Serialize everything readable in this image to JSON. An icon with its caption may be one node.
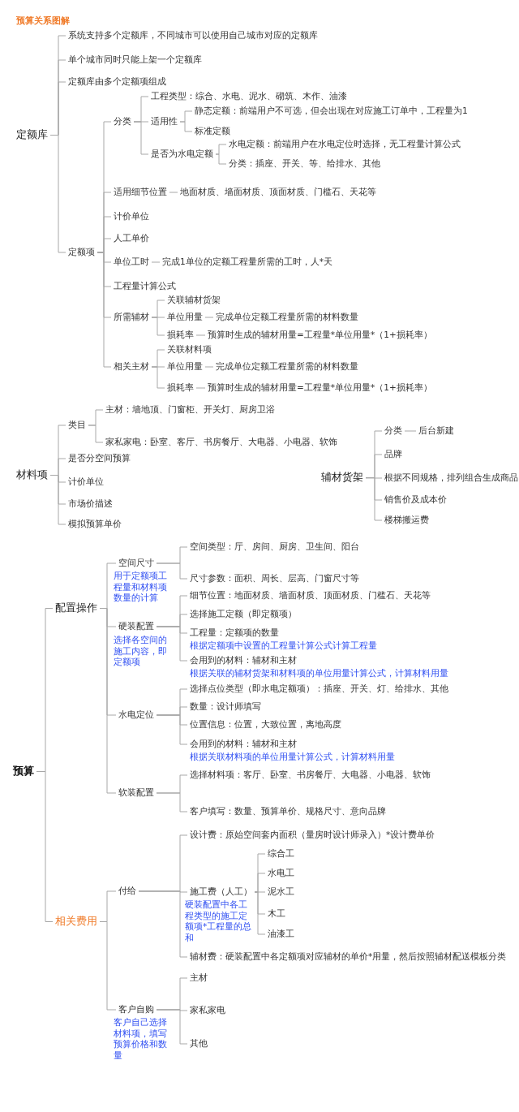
{
  "diagram": {
    "title": "预算关系图解",
    "nodes": [
      {
        "text": [
          "定额库"
        ]
      },
      {
        "text": [
          "系统支持多个定额库，不同城市可以使用自己城市对应的定额库"
        ]
      },
      {
        "text": [
          "单个城市同时只能上架一个定额库"
        ]
      },
      {
        "text": [
          "定额库由多个定额项组成"
        ]
      },
      {
        "text": [
          "定额项"
        ]
      },
      {
        "text": [
          "分类"
        ]
      },
      {
        "text": [
          "工程类型：综合、水电、泥水、砌筑、木作、油漆"
        ]
      },
      {
        "text": [
          "适用性"
        ]
      },
      {
        "text": [
          "静态定额：前端用户不可选，但会出现在对应施工订单中，工程量为1"
        ]
      },
      {
        "text": [
          "标准定额"
        ]
      },
      {
        "text": [
          "是否为水电定额"
        ]
      },
      {
        "text": [
          "水电定额：前端用户在水电定位时选择，无工程量计算公式"
        ]
      },
      {
        "text": [
          "分类：插座、开关、等、给排水、其他"
        ]
      },
      {
        "text": [
          "适用细节位置"
        ]
      },
      {
        "text": [
          "地面材质、墙面材质、顶面材质、门槛石、天花等"
        ]
      },
      {
        "text": [
          "计价单位"
        ]
      },
      {
        "text": [
          "人工单价"
        ]
      },
      {
        "text": [
          "单位工时"
        ]
      },
      {
        "text": [
          "完成1单位的定额工程量所需的工时，人*天"
        ]
      },
      {
        "text": [
          "工程量计算公式"
        ]
      },
      {
        "text": [
          "所需辅材"
        ]
      },
      {
        "text": [
          "关联辅材货架"
        ]
      },
      {
        "text": [
          "单位用量"
        ]
      },
      {
        "text": [
          "完成单位定额工程量所需的材料数量"
        ]
      },
      {
        "text": [
          "损耗率"
        ]
      },
      {
        "text": [
          "预算时生成的辅材用量=工程量*单位用量*（1+损耗率）"
        ]
      },
      {
        "text": [
          "相关主材"
        ]
      },
      {
        "text": [
          "关联材料项"
        ]
      },
      {
        "text": [
          "单位用量"
        ]
      },
      {
        "text": [
          "完成单位定额工程量所需的材料数量"
        ]
      },
      {
        "text": [
          "损耗率"
        ]
      },
      {
        "text": [
          "预算时生成的辅材用量=工程量*单位用量*（1+损耗率）"
        ]
      },
      {
        "text": [
          "材料项"
        ]
      },
      {
        "text": [
          "类目"
        ]
      },
      {
        "text": [
          "主材：墙地顶、门窗柜、开关灯、厨房卫浴"
        ]
      },
      {
        "text": [
          "家私家电：卧室、客厅、书房餐厅、大电器、小电器、软饰"
        ]
      },
      {
        "text": [
          "是否分空间预算"
        ]
      },
      {
        "text": [
          "计价单位"
        ]
      },
      {
        "text": [
          "市场价描述"
        ]
      },
      {
        "text": [
          "模拟预算单价"
        ]
      },
      {
        "text": [
          "辅材货架"
        ]
      },
      {
        "text": [
          "分类"
        ]
      },
      {
        "text": [
          "后台新建"
        ]
      },
      {
        "text": [
          "品牌"
        ]
      },
      {
        "text": [
          "根据不同规格，排列组合生成商品"
        ]
      },
      {
        "text": [
          "销售价及成本价"
        ]
      },
      {
        "text": [
          "楼梯搬运费"
        ]
      },
      {
        "text": [
          "预算"
        ]
      },
      {
        "text": [
          "配置操作"
        ]
      },
      {
        "text": [
          "空间尺寸"
        ],
        "beside": [
          "用于定额项工程量和材料项数量的计算"
        ]
      },
      {
        "text": [
          "空间类型：厅、房间、厨房、卫生间、阳台"
        ]
      },
      {
        "text": [
          "尺寸参数：面积、周长、层高、门窗尺寸等"
        ]
      },
      {
        "text": [
          "硬装配置"
        ],
        "beside": [
          "选择各空间的施工内容，即定额项"
        ]
      },
      {
        "text": [
          "细节位置：地面材质、墙面材质、顶面材质、门槛石、天花等"
        ]
      },
      {
        "text": [
          "选择施工定额（即定额项）"
        ]
      },
      {
        "text": [
          "工程量：定额项的数量"
        ],
        "beside": [
          "根据定额项中设置的工程量计算公式计算工程量"
        ]
      },
      {
        "text": [
          "会用到的材料：辅材和主材"
        ],
        "beside": [
          "根据关联的辅材货架和材料项的单位用量计算公式，计算材料用量"
        ]
      },
      {
        "text": [
          "水电定位"
        ]
      },
      {
        "text": [
          "选择点位类型（即水电定额项）：插座、开关、灯、给排水、其他"
        ]
      },
      {
        "text": [
          "数量：设计师填写"
        ]
      },
      {
        "text": [
          "位置信息：位置，大致位置，离地高度"
        ]
      },
      {
        "text": [
          "会用到的材料：辅材和主材"
        ],
        "beside": [
          "根据关联材料项的单位用量计算公式，计算材料用量"
        ]
      },
      {
        "text": [
          "软装配置"
        ]
      },
      {
        "text": [
          "选择材料项：客厅、卧室、书房餐厅、大电器、小电器、软饰"
        ]
      },
      {
        "text": [
          "客户填写：数量、预算单价、规格尺寸、意向品牌"
        ]
      },
      {
        "text": [
          "相关费用"
        ]
      },
      {
        "text": [
          "付给"
        ]
      },
      {
        "text": [
          "设计费：原始空间套内面积（量房时设计师录入）*设计费单价"
        ]
      },
      {
        "text": [
          "施工费（人工）"
        ],
        "beside": [
          "硬装配置中各工程类型的施工定额项*工程量的总和"
        ]
      },
      {
        "text": [
          "综合工"
        ]
      },
      {
        "text": [
          "水电工"
        ]
      },
      {
        "text": [
          "泥水工"
        ]
      },
      {
        "text": [
          "木工"
        ]
      },
      {
        "text": [
          "油漆工"
        ]
      },
      {
        "text": [
          "辅材费：硬装配置中各定额项对应辅材的单价*用量，然后按照辅材配送模板分类"
        ]
      },
      {
        "text": [
          "客户自购"
        ],
        "beside": [
          "客户自己选择材料项，填写预算价格和数量"
        ]
      },
      {
        "text": [
          "主材"
        ]
      },
      {
        "text": [
          "家私家电"
        ]
      },
      {
        "text": [
          "其他"
        ]
      }
    ],
    "edges": [
      {
        "from": 0,
        "to": 1,
        "arrow": "none"
      },
      {
        "from": 0,
        "to": 2,
        "arrow": "none"
      },
      {
        "from": 0,
        "to": 3,
        "arrow": "none"
      },
      {
        "from": 0,
        "to": 4,
        "arrow": "none"
      },
      {
        "from": 4,
        "to": 5,
        "arrow": "none"
      },
      {
        "from": 5,
        "to": 6,
        "arrow": "none"
      },
      {
        "from": 5,
        "to": 7,
        "arrow": "none"
      },
      {
        "from": 7,
        "to": 8,
        "arrow": "none"
      },
      {
        "from": 7,
        "to": 9,
        "arrow": "none"
      },
      {
        "from": 5,
        "to": 10,
        "arrow": "none"
      },
      {
        "from": 10,
        "to": 11,
        "arrow": "none"
      },
      {
        "from": 10,
        "to": 12,
        "arrow": "none"
      },
      {
        "from": 4,
        "to": 13,
        "arrow": "none"
      },
      {
        "from": 13,
        "to": 14,
        "arrow": "none"
      },
      {
        "from": 4,
        "to": 15,
        "arrow": "none"
      },
      {
        "from": 4,
        "to": 16,
        "arrow": "none"
      },
      {
        "from": 4,
        "to": 17,
        "arrow": "none"
      },
      {
        "from": 17,
        "to": 18,
        "arrow": "none"
      },
      {
        "from": 4,
        "to": 19,
        "arrow": "none"
      },
      {
        "from": 4,
        "to": 20,
        "arrow": "none"
      },
      {
        "from": 20,
        "to": 21,
        "arrow": "none"
      },
      {
        "from": 20,
        "to": 22,
        "arrow": "none"
      },
      {
        "from": 22,
        "to": 23,
        "arrow": "none"
      },
      {
        "from": 20,
        "to": 24,
        "arrow": "none"
      },
      {
        "from": 24,
        "to": 25,
        "arrow": "none"
      },
      {
        "from": 4,
        "to": 26,
        "arrow": "none"
      },
      {
        "from": 26,
        "to": 27,
        "arrow": "none"
      },
      {
        "from": 26,
        "to": 28,
        "arrow": "none"
      },
      {
        "from": 28,
        "to": 29,
        "arrow": "none"
      },
      {
        "from": 26,
        "to": 30,
        "arrow": "none"
      },
      {
        "from": 30,
        "to": 31,
        "arrow": "none"
      },
      {
        "from": 32,
        "to": 33,
        "arrow": "none"
      },
      {
        "from": 33,
        "to": 34,
        "arrow": "none"
      },
      {
        "from": 33,
        "to": 35,
        "arrow": "none"
      },
      {
        "from": 32,
        "to": 36,
        "arrow": "none"
      },
      {
        "from": 32,
        "to": 37,
        "arrow": "none"
      },
      {
        "from": 32,
        "to": 38,
        "arrow": "none"
      },
      {
        "from": 32,
        "to": 39,
        "arrow": "none"
      },
      {
        "from": 40,
        "to": 41,
        "arrow": "none"
      },
      {
        "from": 41,
        "to": 42,
        "arrow": "none"
      },
      {
        "from": 40,
        "to": 43,
        "arrow": "none"
      },
      {
        "from": 40,
        "to": 44,
        "arrow": "none"
      },
      {
        "from": 40,
        "to": 45,
        "arrow": "none"
      },
      {
        "from": 40,
        "to": 46,
        "arrow": "none"
      },
      {
        "from": 47,
        "to": 48,
        "arrow": "none"
      },
      {
        "from": 48,
        "to": 49,
        "arrow": "none"
      },
      {
        "from": 49,
        "to": 50,
        "arrow": "none"
      },
      {
        "from": 49,
        "to": 51,
        "arrow": "none"
      },
      {
        "from": 48,
        "to": 52,
        "arrow": "none"
      },
      {
        "from": 52,
        "to": 53,
        "arrow": "none"
      },
      {
        "from": 52,
        "to": 54,
        "arrow": "none"
      },
      {
        "from": 52,
        "to": 55,
        "arrow": "none"
      },
      {
        "from": 52,
        "to": 56,
        "arrow": "none"
      },
      {
        "from": 48,
        "to": 57,
        "arrow": "none"
      },
      {
        "from": 57,
        "to": 58,
        "arrow": "none"
      },
      {
        "from": 57,
        "to": 59,
        "arrow": "none"
      },
      {
        "from": 57,
        "to": 60,
        "arrow": "none"
      },
      {
        "from": 57,
        "to": 61,
        "arrow": "none"
      },
      {
        "from": 48,
        "to": 62,
        "arrow": "none"
      },
      {
        "from": 62,
        "to": 63,
        "arrow": "none"
      },
      {
        "from": 62,
        "to": 64,
        "arrow": "none"
      },
      {
        "from": 47,
        "to": 65,
        "arrow": "none"
      },
      {
        "from": 65,
        "to": 66,
        "arrow": "none"
      },
      {
        "from": 66,
        "to": 67,
        "arrow": "none"
      },
      {
        "from": 66,
        "to": 68,
        "arrow": "none"
      },
      {
        "from": 68,
        "to": 69,
        "arrow": "none"
      },
      {
        "from": 68,
        "to": 70,
        "arrow": "none"
      },
      {
        "from": 68,
        "to": 71,
        "arrow": "none"
      },
      {
        "from": 68,
        "to": 72,
        "arrow": "none"
      },
      {
        "from": 68,
        "to": 73,
        "arrow": "none"
      },
      {
        "from": 66,
        "to": 74,
        "arrow": "none"
      },
      {
        "from": 65,
        "to": 75,
        "arrow": "none"
      },
      {
        "from": 75,
        "to": 76,
        "arrow": "none"
      },
      {
        "from": 75,
        "to": 77,
        "arrow": "none"
      },
      {
        "from": 75,
        "to": 78,
        "arrow": "none"
      }
    ]
  }
}
